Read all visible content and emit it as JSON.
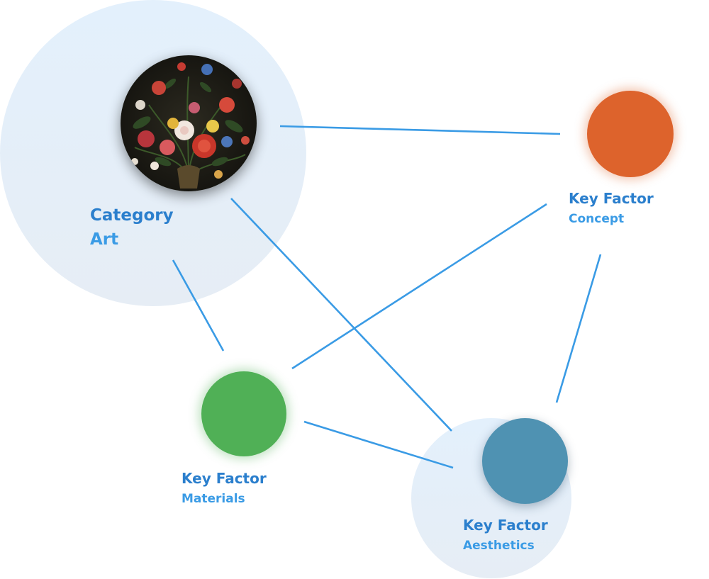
{
  "colors": {
    "line": "#3a9be5",
    "heading_text": "#2b7fcd",
    "sub_text": "#3a9be5",
    "halo": "#e4eef9",
    "concept": "#dd632c",
    "materials": "#50b056",
    "aesthetics": "#4f92b2"
  },
  "nodes": {
    "art": {
      "heading": "Category",
      "value": "Art",
      "icon": "floral-still-life-painting"
    },
    "concept": {
      "heading": "Key Factor",
      "value": "Concept"
    },
    "materials": {
      "heading": "Key Factor",
      "value": "Materials"
    },
    "aesthetics": {
      "heading": "Key Factor",
      "value": "Aesthetics"
    }
  },
  "edges": [
    {
      "from": "art",
      "to": "concept"
    },
    {
      "from": "art",
      "to": "materials"
    },
    {
      "from": "art",
      "to": "aesthetics"
    },
    {
      "from": "concept",
      "to": "materials"
    },
    {
      "from": "concept",
      "to": "aesthetics"
    },
    {
      "from": "materials",
      "to": "aesthetics"
    }
  ]
}
